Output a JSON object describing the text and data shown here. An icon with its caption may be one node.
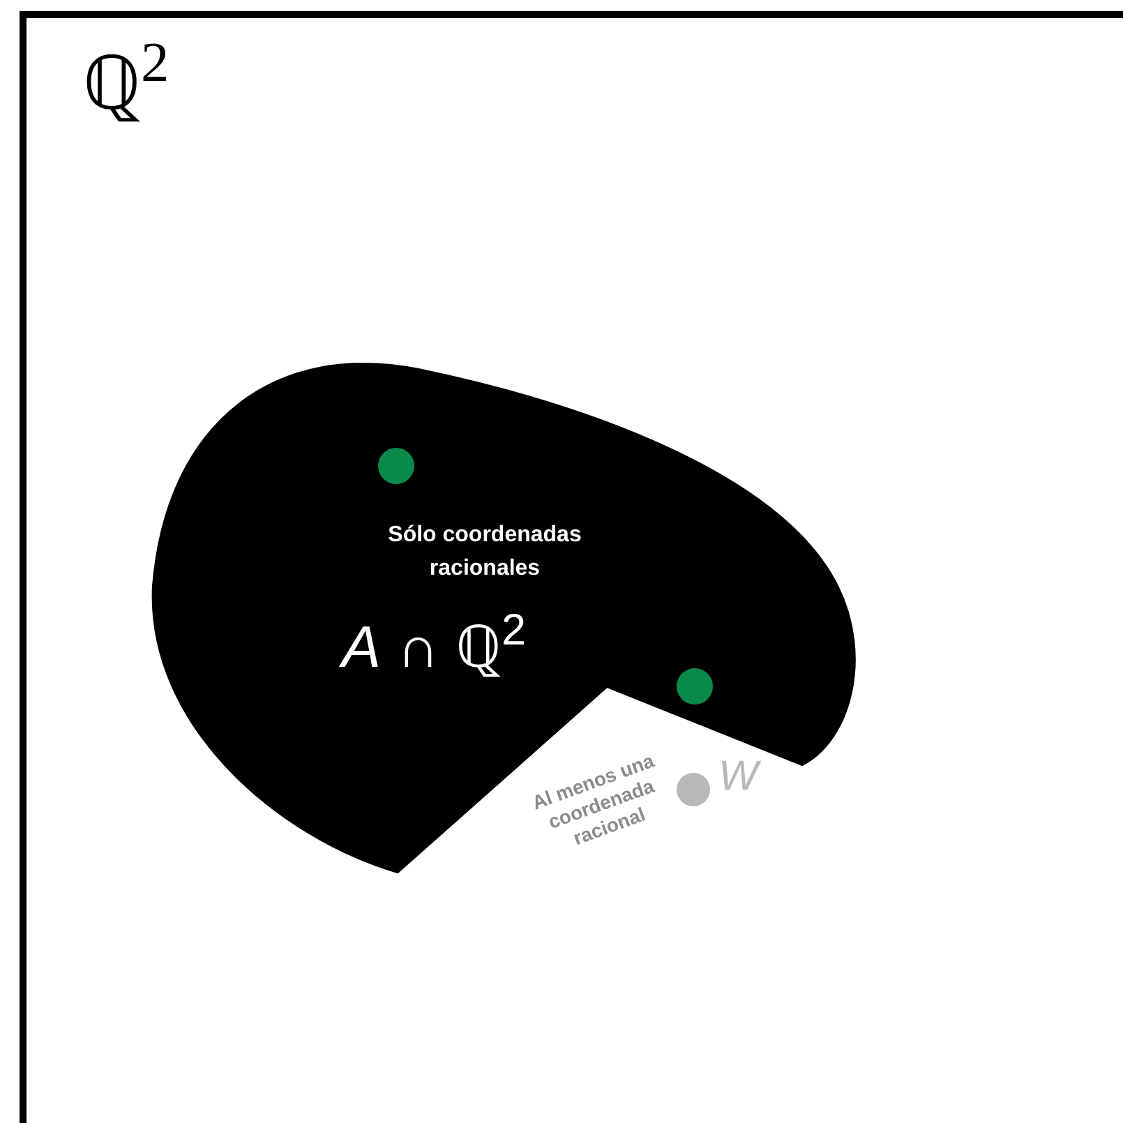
{
  "diagram": {
    "nodes": [
      {
        "text": [
          "ℚ$^{2}$"
        ]
      },
      {
        "text": [
          "Sólo coordenadas racionales",
          "*A* ∩ ℚ$^{2}$"
        ],
        "in": 0
      },
      {
        "text": [],
        "shape": "circle",
        "in": 1
      },
      {
        "text": [],
        "shape": "circle",
        "in": 1
      },
      {
        "text": [],
        "shape": "circle",
        "in": 0,
        "beside": [
          "W"
        ]
      }
    ],
    "labels": [
      "Al menos una coordenada racional"
    ]
  }
}
